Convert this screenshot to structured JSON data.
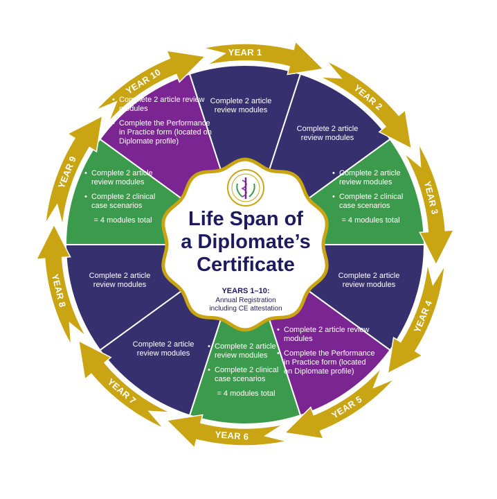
{
  "title": "Life Span of a Diplomate’s Certificate",
  "title_lines": [
    "Life Span of",
    "a Diplomate’s",
    "Certificate"
  ],
  "subtitle_heading": "YEARS 1–10:",
  "subtitle_lines": [
    "Annual Registration",
    "including CE attestation"
  ],
  "seal_icon": "board-seal-logo",
  "colors": {
    "navy": "#36306f",
    "green": "#3b9a4b",
    "purple": "#7b2592",
    "gold": "#c9a514",
    "title": "#1e1a5e"
  },
  "years": [
    {
      "label": "YEAR 1",
      "color": "navy",
      "text": "Complete 2 article review modules"
    },
    {
      "label": "YEAR 2",
      "color": "navy",
      "text": "Complete 2 article review modules"
    },
    {
      "label": "YEAR 3",
      "color": "green",
      "bullets": [
        "Complete 2 article review modules",
        "Complete 2 clinical case scenarios"
      ],
      "total": "= 4 modules total"
    },
    {
      "label": "YEAR 4",
      "color": "navy",
      "text": "Complete 2 article review modules"
    },
    {
      "label": "YEAR 5",
      "color": "purple",
      "bullets": [
        "Complete 2 article review modules",
        "Complete the Performance in Practice form (located on Diplomate profile)"
      ]
    },
    {
      "label": "YEAR 6",
      "color": "green",
      "bullets": [
        "Complete 2 article review modules",
        "Complete 2 clinical case scenarios"
      ],
      "total": "= 4 modules total"
    },
    {
      "label": "YEAR 7",
      "color": "navy",
      "text": "Complete 2 article review modules"
    },
    {
      "label": "YEAR 8",
      "color": "navy",
      "text": "Complete 2 article review modules"
    },
    {
      "label": "YEAR 9",
      "color": "green",
      "bullets": [
        "Complete 2 article review modules",
        "Complete 2 clinical case scenarios"
      ],
      "total": "= 4 modules total"
    },
    {
      "label": "YEAR 10",
      "color": "purple",
      "bullets": [
        "Complete 2 article review modules",
        "Complete the Performance in Practice form (located on Diplomate profile)"
      ]
    }
  ]
}
